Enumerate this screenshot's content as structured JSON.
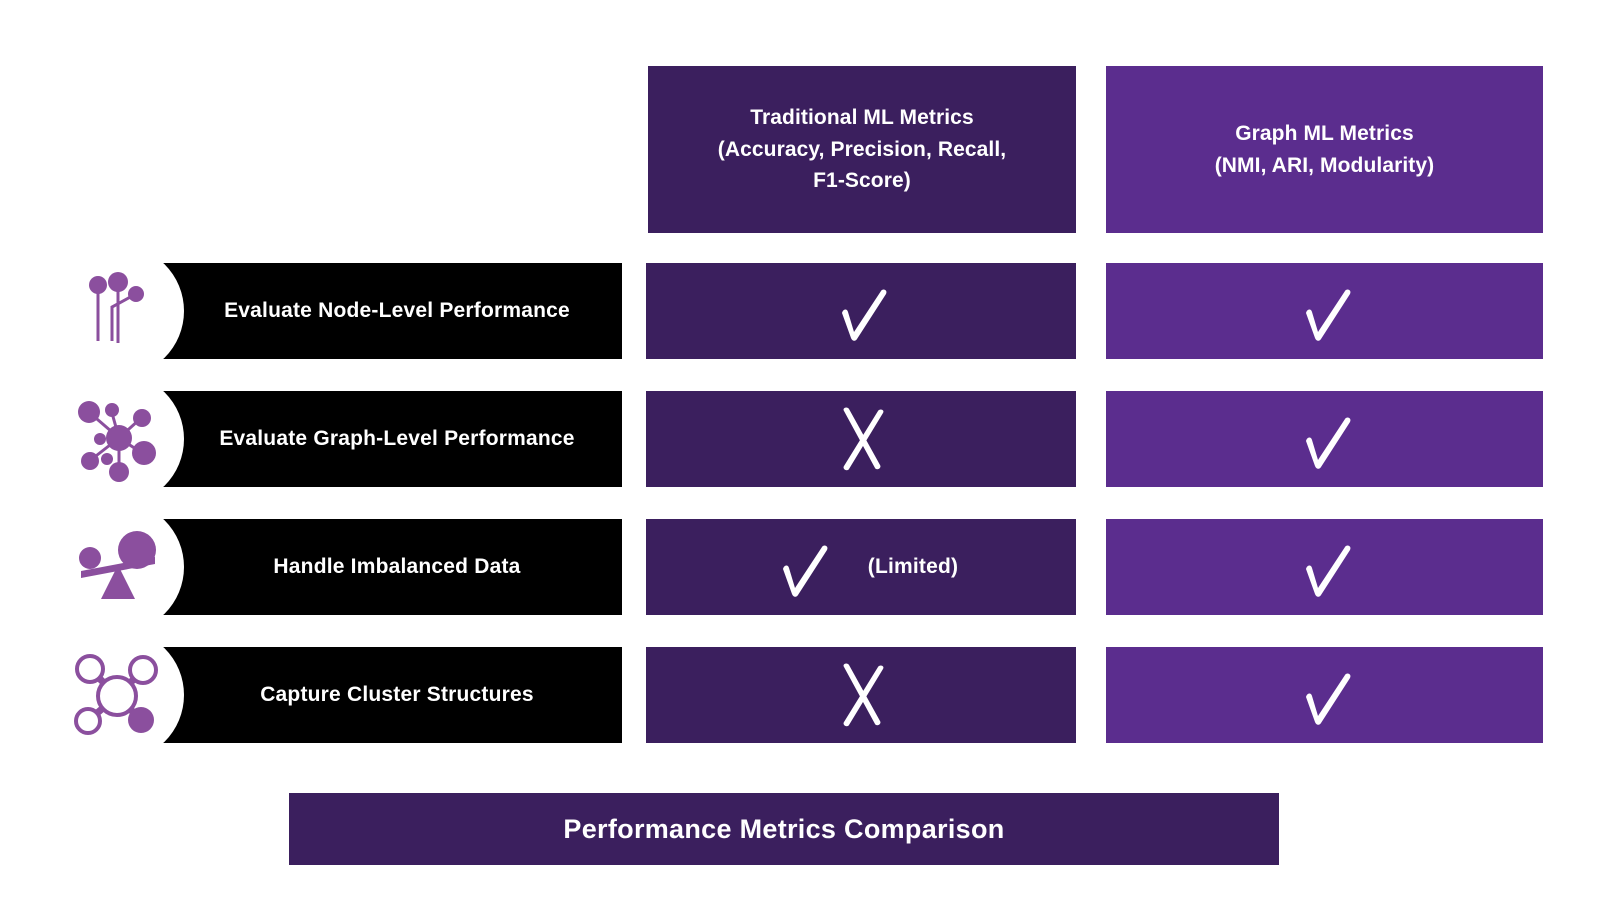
{
  "columns": [
    {
      "key": "traditional",
      "line1": "Traditional ML Metrics",
      "line2": "(Accuracy, Precision, Recall,",
      "line3": "F1-Score)",
      "color": "#3b1f5e"
    },
    {
      "key": "graph",
      "line1": "Graph ML Metrics",
      "line2": "(NMI, ARI, Modularity)",
      "line3": "",
      "color": "#5b2d8e"
    }
  ],
  "rows": [
    {
      "label": "Evaluate Node-Level Performance",
      "icon": "node-branch-icon",
      "traditional": {
        "mark": "check",
        "note": ""
      },
      "graph": {
        "mark": "check",
        "note": ""
      }
    },
    {
      "label": "Evaluate Graph-Level Performance",
      "icon": "network-hub-icon",
      "traditional": {
        "mark": "cross",
        "note": ""
      },
      "graph": {
        "mark": "check",
        "note": ""
      }
    },
    {
      "label": "Handle Imbalanced Data",
      "icon": "balance-scale-icon",
      "traditional": {
        "mark": "check",
        "note": "(Limited)"
      },
      "graph": {
        "mark": "check",
        "note": ""
      }
    },
    {
      "label": "Capture Cluster Structures",
      "icon": "molecule-cluster-icon",
      "traditional": {
        "mark": "cross",
        "note": ""
      },
      "graph": {
        "mark": "check",
        "note": ""
      }
    }
  ],
  "footer": {
    "title": "Performance Metrics Comparison",
    "color": "#3b1f5e"
  },
  "palette": {
    "dark_purple": "#3b1f5e",
    "bright_purple": "#5b2d8e",
    "icon_purple": "#8b4f9e",
    "bar_black": "#000000",
    "text_white": "#ffffff",
    "background": "#ffffff"
  }
}
